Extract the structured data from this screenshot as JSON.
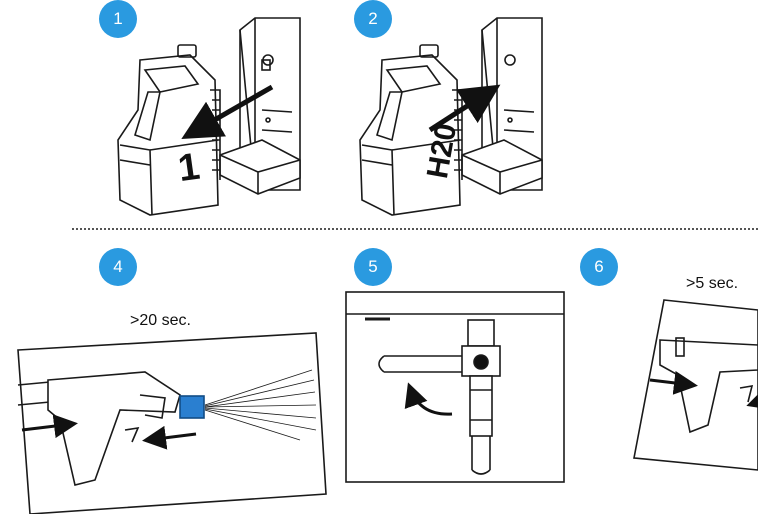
{
  "steps": [
    {
      "number": "1"
    },
    {
      "number": "2"
    },
    {
      "number": "4",
      "duration": ">20 sec."
    },
    {
      "number": "5"
    },
    {
      "number": "6",
      "duration": ">5 sec."
    }
  ],
  "canister_labels": {
    "step1": "1",
    "step2": "H20"
  },
  "colors": {
    "badge": "#2a9ae0",
    "nozzle": "#2a7fd0",
    "line": "#1a1a1a"
  },
  "icons": [
    "arrow-icon",
    "canister-icon",
    "spray-gun-icon",
    "valve-icon",
    "curved-arrow-icon"
  ]
}
